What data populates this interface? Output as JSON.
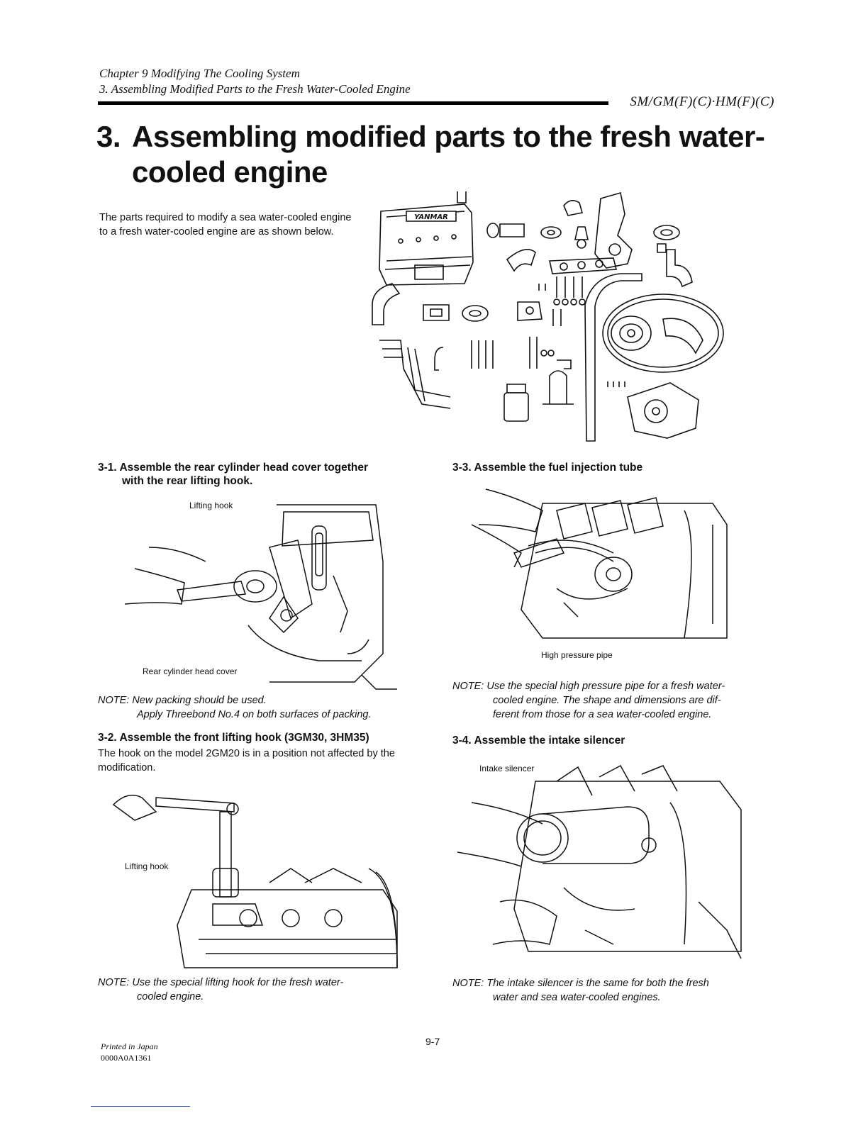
{
  "header": {
    "chapter": "Chapter 9 Modifying The Cooling System",
    "section": "3. Assembling Modified Parts to the Fresh Water-Cooled Engine",
    "model": "SM/GM(F)(C)·HM(F)(C)"
  },
  "title": {
    "number": "3.",
    "line1": "Assembling modified parts to the fresh water-",
    "line2": "cooled engine"
  },
  "intro": "The parts required to modify a sea water-cooled engine to a fresh water-cooled engine are as shown below.",
  "parts_figure": {
    "brand_logo": "YANMAR"
  },
  "sections": {
    "s1": {
      "title_line1": "3-1. Assemble the rear cylinder head cover together",
      "title_line2": "with the rear lifting hook.",
      "label_top": "Lifting hook",
      "label_bottom": "Rear cylinder head cover",
      "note_label": "NOTE:",
      "note_line1": "New packing should be used.",
      "note_line2": "Apply Threebond No.4 on both surfaces of packing."
    },
    "s2": {
      "title": "3-2. Assemble the front lifting hook (3GM30, 3HM35)",
      "body": "The hook on the model 2GM20 is in a position not affected by the modification.",
      "label": "Lifting hook",
      "note_label": "NOTE:",
      "note_line1": "Use the special lifting hook for the fresh water-",
      "note_line2": "cooled engine."
    },
    "s3": {
      "title": "3-3. Assemble the fuel injection tube",
      "label": "High pressure pipe",
      "note_label": "NOTE:",
      "note_line1": "Use the special high pressure pipe for a fresh water-",
      "note_line2": "cooled engine. The shape and dimensions are dif-",
      "note_line3": "ferent from those for a sea water-cooled engine."
    },
    "s4": {
      "title": "3-4. Assemble the intake silencer",
      "label": "Intake silencer",
      "note_label": "NOTE:",
      "note_line1": "The intake silencer is the same for both the fresh",
      "note_line2": "water and sea water-cooled engines."
    }
  },
  "footer": {
    "page": "9-7",
    "printed": "Printed in Japan",
    "code": "0000A0A1361"
  }
}
